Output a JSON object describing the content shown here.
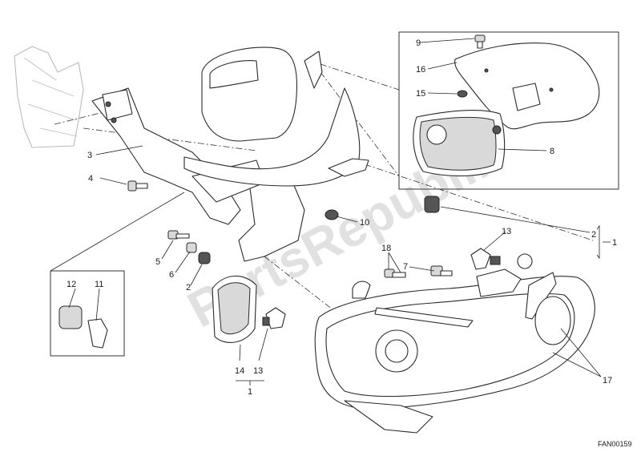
{
  "callouts": {
    "c1_right": "1",
    "c1_bottom": "1",
    "c2_right": "2",
    "c2_left": "2",
    "c3": "3",
    "c4": "4",
    "c5": "5",
    "c6": "6",
    "c7": "7",
    "c8": "8",
    "c9": "9",
    "c10": "10",
    "c11": "11",
    "c12": "12",
    "c13_right": "13",
    "c13_bottom": "13",
    "c14": "14",
    "c15": "15",
    "c16": "16",
    "c17": "17",
    "c18": "18"
  },
  "diagram_code": "FAN00159",
  "watermark": "PartsRepublik"
}
